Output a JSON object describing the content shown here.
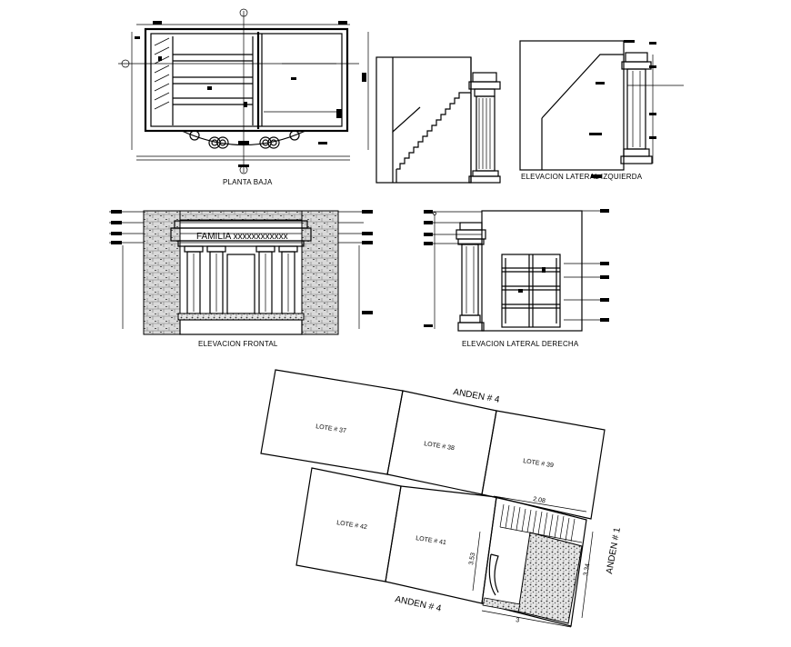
{
  "drawings": {
    "planta_baja": {
      "title": "PLANTA BAJA"
    },
    "elevacion_lateral_izquierda": {
      "title": "ELEVACION LATERAL IZQUIERDA"
    },
    "elevacion_frontal": {
      "title": "ELEVACION FRONTAL",
      "sign_text": "FAMILIA xxxxxxxxxxxx"
    },
    "elevacion_lateral_derecha": {
      "title": "ELEVACION LATERAL DERECHA"
    }
  },
  "site_plan": {
    "lots": [
      "LOTE # 37",
      "LOTE # 38",
      "LOTE # 39",
      "LOTE # 42",
      "LOTE # 41"
    ],
    "anden_top": "ANDEN # 4",
    "anden_bottom": "ANDEN # 4",
    "anden_right": "ANDEN # 1",
    "dims": {
      "top": "2.08",
      "left": "3.53",
      "right": "3.34",
      "bottom": "3"
    }
  }
}
